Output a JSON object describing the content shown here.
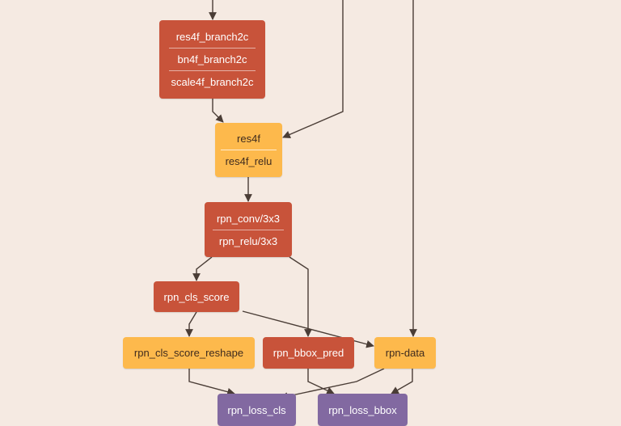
{
  "colors": {
    "background": "#f5eae2",
    "conv_node": "#c8533a",
    "eltwise_node": "#fdb94c",
    "loss_node": "#8269a1",
    "edge": "#4a3d36"
  },
  "nodes": {
    "res4f_branch2c": {
      "labels": [
        "res4f_branch2c",
        "bn4f_branch2c",
        "scale4f_branch2c"
      ]
    },
    "res4f": {
      "labels": [
        "res4f",
        "res4f_relu"
      ]
    },
    "rpn_conv": {
      "labels": [
        "rpn_conv/3x3",
        "rpn_relu/3x3"
      ]
    },
    "rpn_cls_score": {
      "labels": [
        "rpn_cls_score"
      ]
    },
    "rpn_cls_score_reshape": {
      "labels": [
        "rpn_cls_score_reshape"
      ]
    },
    "rpn_bbox_pred": {
      "labels": [
        "rpn_bbox_pred"
      ]
    },
    "rpn_data": {
      "labels": [
        "rpn-data"
      ]
    },
    "rpn_loss_cls": {
      "labels": [
        "rpn_loss_cls"
      ]
    },
    "rpn_loss_bbox": {
      "labels": [
        "rpn_loss_bbox"
      ]
    }
  }
}
